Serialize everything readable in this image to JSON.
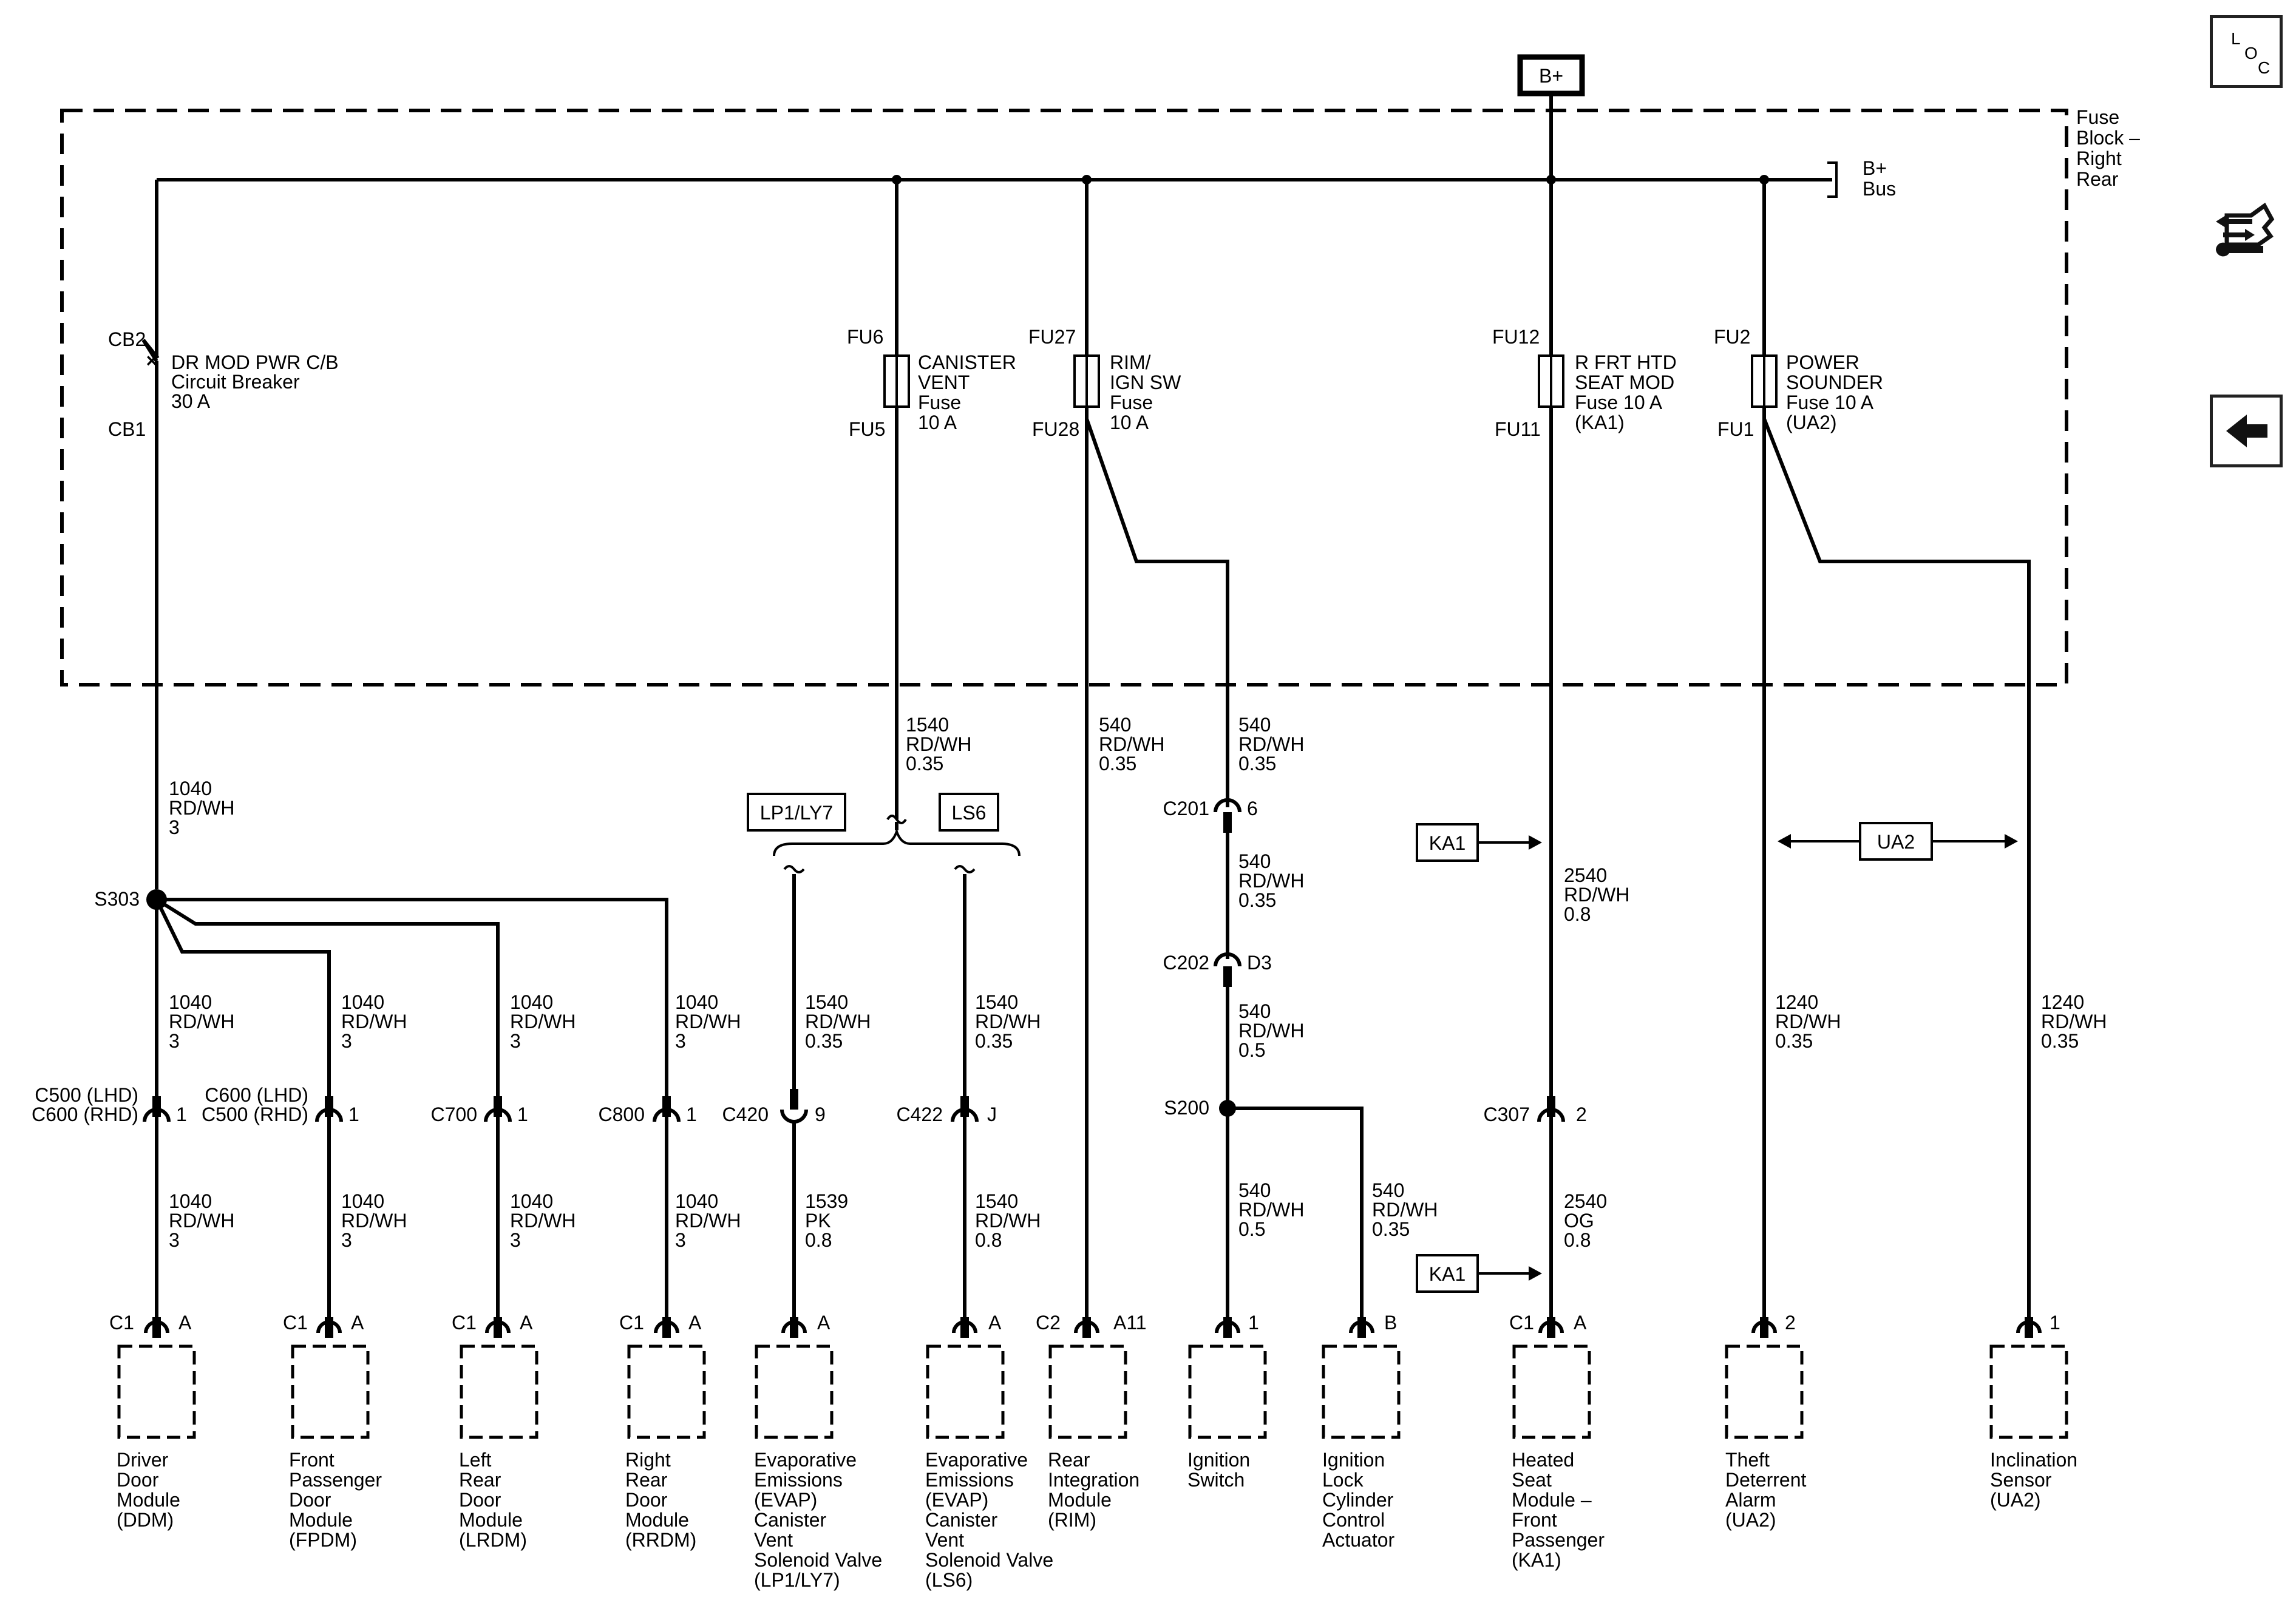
{
  "supply": {
    "bplus": "B+",
    "bus_line1": "B+",
    "bus_line2": "Bus"
  },
  "fuse_block": {
    "lines": [
      "Fuse",
      "Block –",
      "Right",
      "Rear"
    ]
  },
  "breaker": {
    "top": "CB2",
    "bottom": "CB1",
    "lines": [
      "DR MOD PWR C/B",
      "Circuit Breaker",
      "30 A"
    ]
  },
  "fuses": [
    {
      "top": "FU6",
      "bottom": "FU5",
      "lines": [
        "CANISTER",
        "VENT",
        "Fuse",
        "10 A"
      ]
    },
    {
      "top": "FU27",
      "bottom": "FU28",
      "lines": [
        "RIM/",
        "IGN SW",
        "Fuse",
        "10 A"
      ]
    },
    {
      "top": "FU12",
      "bottom": "FU11",
      "lines": [
        "R FRT HTD",
        "SEAT MOD",
        "Fuse 10 A",
        "(KA1)"
      ]
    },
    {
      "top": "FU2",
      "bottom": "FU1",
      "lines": [
        "POWER",
        "SOUNDER",
        "Fuse 10 A",
        "(UA2)"
      ]
    }
  ],
  "splices": {
    "s303": "S303",
    "s200": "S200"
  },
  "options": {
    "lp1ly7": "LP1/LY7",
    "ls6": "LS6",
    "ka1": "KA1",
    "ua2": "UA2"
  },
  "wires": [
    [
      "1040",
      "RD/WH",
      "3"
    ],
    [
      "1540",
      "RD/WH",
      "0.35"
    ],
    [
      "540",
      "RD/WH",
      "0.35"
    ],
    [
      "540",
      "RD/WH",
      "0.35"
    ],
    [
      "1040",
      "RD/WH",
      "3"
    ],
    [
      "1040",
      "RD/WH",
      "3"
    ],
    [
      "1040",
      "RD/WH",
      "3"
    ],
    [
      "1040",
      "RD/WH",
      "3"
    ],
    [
      "1540",
      "RD/WH",
      "0.35"
    ],
    [
      "1540",
      "RD/WH",
      "0.35"
    ],
    [
      "540",
      "RD/WH",
      "0.35"
    ],
    [
      "540",
      "RD/WH",
      "0.5"
    ],
    [
      "2540",
      "RD/WH",
      "0.8"
    ],
    [
      "1240",
      "RD/WH",
      "0.35"
    ],
    [
      "1240",
      "RD/WH",
      "0.35"
    ],
    [
      "1040",
      "RD/WH",
      "3"
    ],
    [
      "1040",
      "RD/WH",
      "3"
    ],
    [
      "1040",
      "RD/WH",
      "3"
    ],
    [
      "1040",
      "RD/WH",
      "3"
    ],
    [
      "1539",
      "PK",
      "0.8"
    ],
    [
      "1540",
      "RD/WH",
      "0.8"
    ],
    [
      "540",
      "RD/WH",
      "0.5"
    ],
    [
      "540",
      "RD/WH",
      "0.35"
    ],
    [
      "2540",
      "OG",
      "0.8"
    ]
  ],
  "inline_connectors": [
    {
      "name": "C500 (LHD)",
      "name2": "C600 (RHD)",
      "pin": "1"
    },
    {
      "name": "C600 (LHD)",
      "name2": "C500 (RHD)",
      "pin": "1"
    },
    {
      "name": "C700",
      "pin": "1"
    },
    {
      "name": "C800",
      "pin": "1"
    },
    {
      "name": "C420",
      "pin": "9"
    },
    {
      "name": "C422",
      "pin": "J"
    },
    {
      "name": "C201",
      "pin": "6"
    },
    {
      "name": "C202",
      "pin": "D3"
    },
    {
      "name": "C307",
      "pin": "2"
    }
  ],
  "components": [
    {
      "conn": "C1",
      "pin": "A",
      "lines": [
        "Driver",
        "Door",
        "Module",
        "(DDM)"
      ]
    },
    {
      "conn": "C1",
      "pin": "A",
      "lines": [
        "Front",
        "Passenger",
        "Door",
        "Module",
        "(FPDM)"
      ]
    },
    {
      "conn": "C1",
      "pin": "A",
      "lines": [
        "Left",
        "Rear",
        "Door",
        "Module",
        "(LRDM)"
      ]
    },
    {
      "conn": "C1",
      "pin": "A",
      "lines": [
        "Right",
        "Rear",
        "Door",
        "Module",
        "(RRDM)"
      ]
    },
    {
      "conn": "",
      "pin": "A",
      "lines": [
        "Evaporative",
        "Emissions",
        "(EVAP)",
        "Canister",
        "Vent",
        "Solenoid Valve",
        "(LP1/LY7)"
      ]
    },
    {
      "conn": "",
      "pin": "A",
      "lines": [
        "Evaporative",
        "Emissions",
        "(EVAP)",
        "Canister",
        "Vent",
        "Solenoid Valve",
        "(LS6)"
      ]
    },
    {
      "conn": "C2",
      "pin": "A11",
      "lines": [
        "Rear",
        "Integration",
        "Module",
        "(RIM)"
      ]
    },
    {
      "conn": "",
      "pin": "1",
      "lines": [
        "Ignition",
        "Switch"
      ]
    },
    {
      "conn": "",
      "pin": "B",
      "lines": [
        "Ignition",
        "Lock",
        "Cylinder",
        "Control",
        "Actuator"
      ]
    },
    {
      "conn": "C1",
      "pin": "A",
      "lines": [
        "Heated",
        "Seat",
        "Module –",
        "Front",
        "Passenger",
        "(KA1)"
      ]
    },
    {
      "conn": "",
      "pin": "2",
      "lines": [
        "Theft",
        "Deterrent",
        "Alarm",
        "(UA2)"
      ]
    },
    {
      "conn": "",
      "pin": "1",
      "lines": [
        "Inclination",
        "Sensor",
        "(UA2)"
      ]
    }
  ],
  "sidebar": {
    "loc_l": "L",
    "loc_o": "O",
    "loc_c": "C",
    "loc_icon": "location-view-icon",
    "connector_icon": "connector-end-view-icon",
    "back_icon": "back-arrow-icon"
  }
}
